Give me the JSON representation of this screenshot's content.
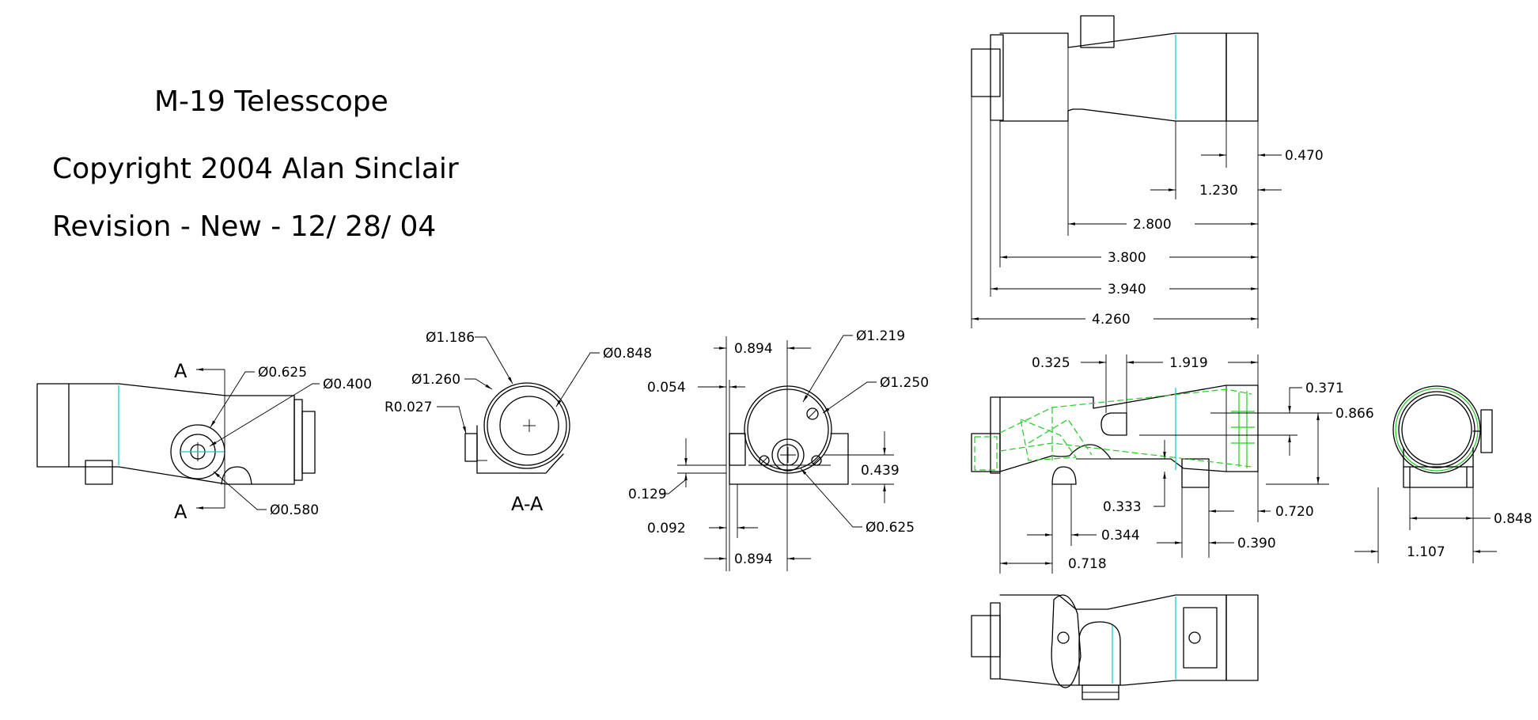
{
  "title": {
    "line1": "M-19 Telesscope",
    "line2": "Copyright 2004  Alan Sinclair",
    "line3": "Revision - New  -  12/ 28/ 04"
  },
  "section_labels": {
    "cut_top": "A",
    "cut_bottom": "A",
    "section_view": "A-A"
  },
  "dims": {
    "side_d0625": "Ø0.625",
    "side_d0400": "Ø0.400",
    "side_d0580": "Ø0.580",
    "sec_d1186": "Ø1.186",
    "sec_d1260": "Ø1.260",
    "sec_r0027": "R0.027",
    "sec_d0848": "Ø0.848",
    "end_0894_top": "0.894",
    "end_0054": "0.054",
    "end_d1219": "Ø1.219",
    "end_d1250": "Ø1.250",
    "end_0439": "0.439",
    "end_0129": "0.129",
    "end_0092": "0.092",
    "end_d0625": "Ø0.625",
    "end_0894_bot": "0.894",
    "top_0470": "0.470",
    "top_1230": "1.230",
    "top_2800": "2.800",
    "top_3800": "3.800",
    "top_3940": "3.940",
    "top_4260": "4.260",
    "mid_0325": "0.325",
    "mid_1919": "1.919",
    "mid_0371": "0.371",
    "mid_0866": "0.866",
    "mid_0333": "0.333",
    "mid_0720": "0.720",
    "mid_0344": "0.344",
    "mid_0390": "0.390",
    "mid_0718": "0.718",
    "rt_0848": "0.848",
    "rt_1107": "1.107"
  },
  "colors": {
    "line": "#000000",
    "centerline": "#20c8c8",
    "hidden": "#22cc22"
  }
}
